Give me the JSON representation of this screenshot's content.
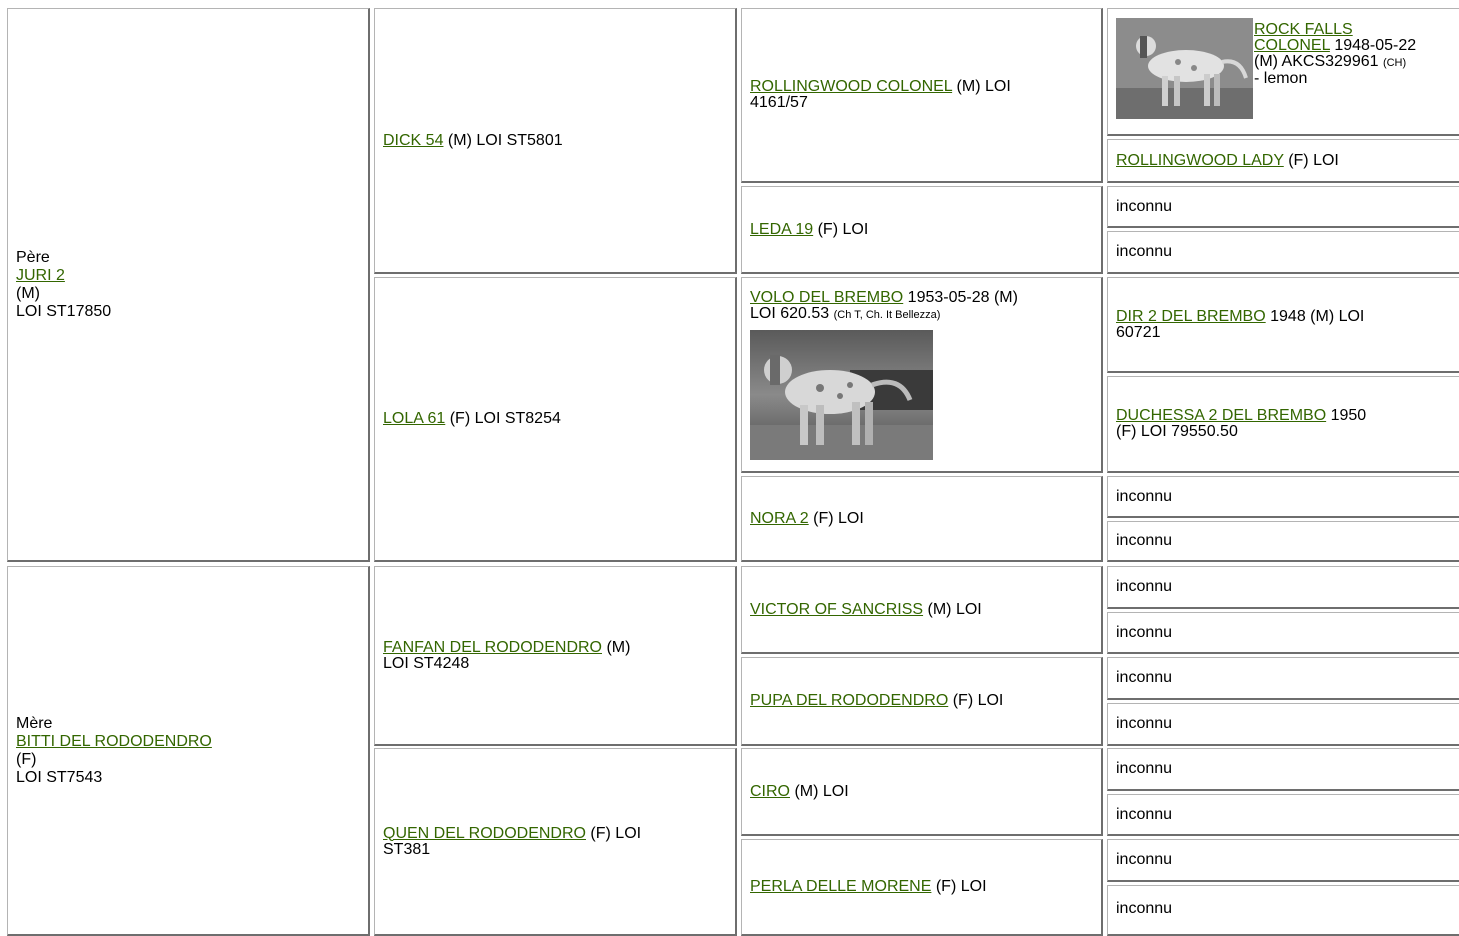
{
  "generation1": {
    "father": {
      "role": "Père",
      "name": "JURI 2",
      "sex": "(M)",
      "reg": "LOI ST17850"
    },
    "mother": {
      "role": "Mère",
      "name": "BITTI DEL RODODENDRO",
      "sex": "(F)",
      "reg": "LOI ST7543"
    }
  },
  "generation2": {
    "dick54": {
      "name": "DICK 54",
      "info": " (M) LOI ST5801"
    },
    "lola61": {
      "name": "LOLA 61",
      "info": " (F) LOI ST8254"
    },
    "fanfan": {
      "name": "FANFAN DEL RODODENDRO",
      "info": " (M)",
      "reg": "LOI ST4248"
    },
    "quen": {
      "name": "QUEN DEL RODODENDRO",
      "info": " (F) LOI",
      "reg": "ST381"
    }
  },
  "generation3": {
    "rollingwood_colonel": {
      "name": "ROLLINGWOOD COLONEL",
      "info": " (M) LOI",
      "reg": "4161/57"
    },
    "leda19": {
      "name": "LEDA 19",
      "info": " (F) LOI"
    },
    "volo": {
      "name": "VOLO DEL BREMBO",
      "info1": " 1953-05-28 (M)",
      "info2": "LOI 620.53 ",
      "title": "(Ch T, Ch. It Bellezza)"
    },
    "nora2": {
      "name": "NORA 2",
      "info": " (F) LOI"
    },
    "victor": {
      "name": "VICTOR OF SANCRISS",
      "info": " (M) LOI"
    },
    "pupa": {
      "name": "PUPA DEL RODODENDRO",
      "info": " (F) LOI"
    },
    "ciro": {
      "name": "CIRO",
      "info": " (M) LOI"
    },
    "perla": {
      "name": "PERLA DELLE MORENE",
      "info": " (F) LOI"
    }
  },
  "generation4": {
    "rock_falls": {
      "name1": "ROCK FALLS",
      "name2": "COLONEL",
      "info1": " 1948-05-22",
      "info2": "(M) AKCS329961 ",
      "title": "(CH)",
      "info3": "- lemon"
    },
    "rollingwood_lady": {
      "name": "ROLLINGWOOD LADY",
      "info": " (F) LOI"
    },
    "dir2": {
      "name": "DIR 2 DEL BREMBO",
      "info": " 1948 (M) LOI",
      "reg": "60721"
    },
    "duchessa": {
      "name": "DUCHESSA 2 DEL BREMBO",
      "info": " 1950",
      "reg": "(F) LOI 79550.50"
    },
    "unknown_label": "inconnu"
  }
}
